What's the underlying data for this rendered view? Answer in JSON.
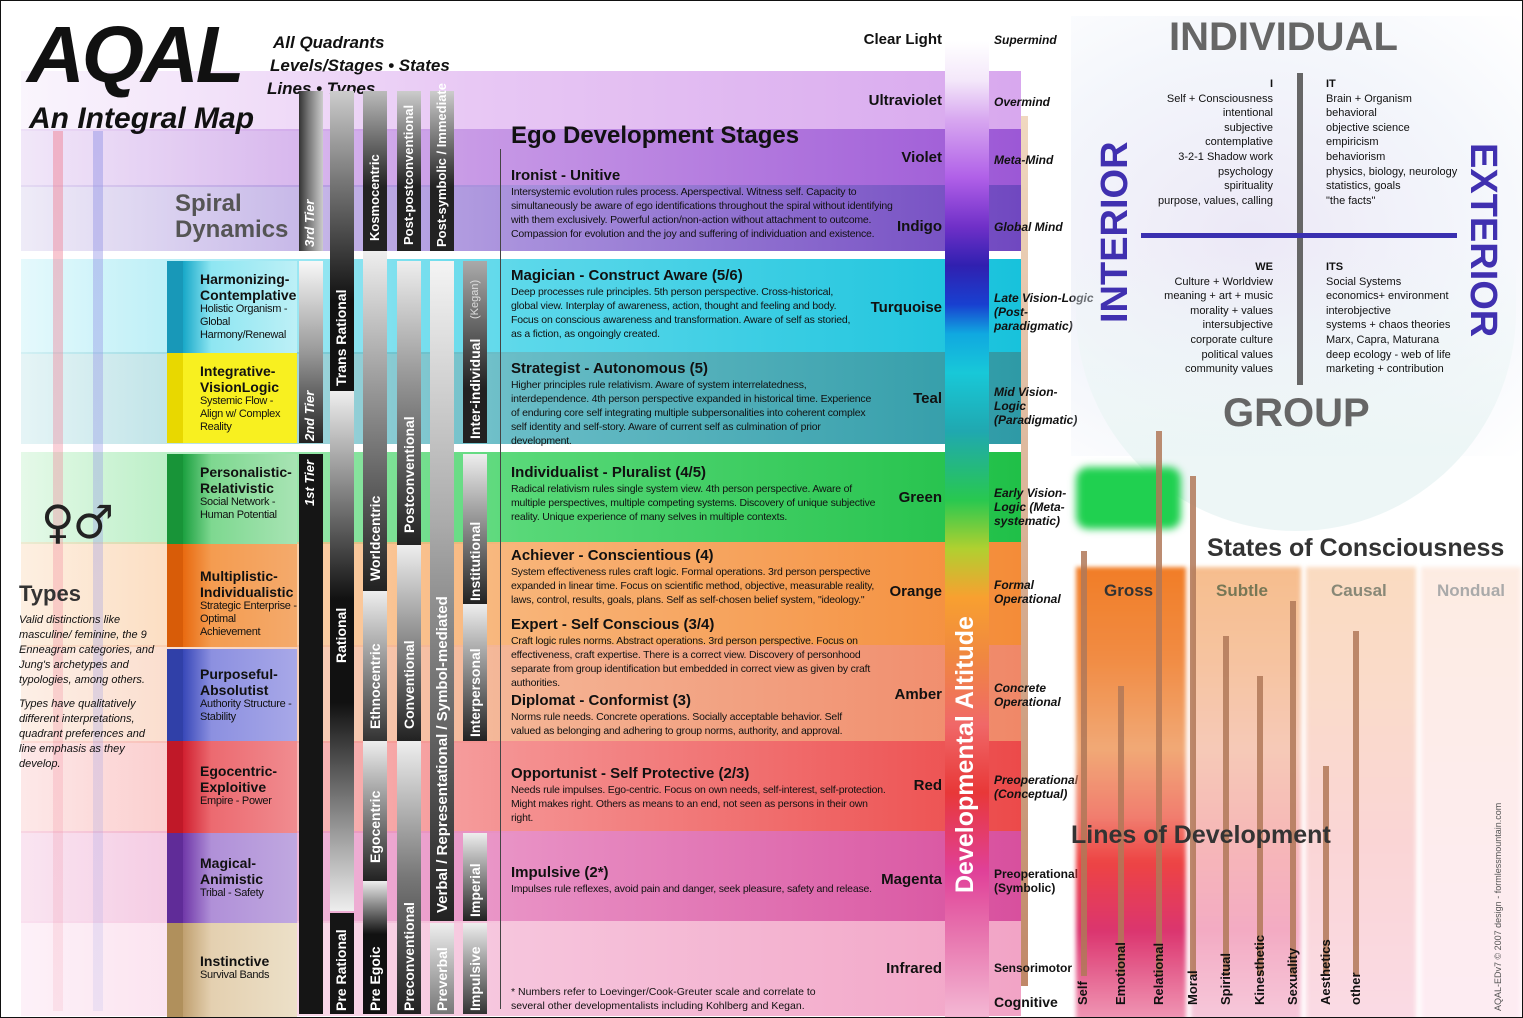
{
  "header": {
    "title": "AQAL",
    "subtitle": "An Integral Map",
    "elements": [
      "All Quadrants",
      "Levels/Stages • States",
      "Lines • Types"
    ]
  },
  "spiral": {
    "title_1": "Spiral",
    "title_2": "Dynamics",
    "items": [
      {
        "name": "Harmonizing-Contemplative",
        "sub": "Holistic Organism - Global Harmony/Renewal"
      },
      {
        "name": "Integrative-VisionLogic",
        "sub": "Systemic Flow - Align w/ Complex Reality"
      },
      {
        "name": "Personalistic-Relativistic",
        "sub": "Social Network - Human Potential"
      },
      {
        "name": "Multiplistic-Individualistic",
        "sub": "Strategic Enterprise - Optimal Achievement"
      },
      {
        "name": "Purposeful-Absolutist",
        "sub": "Authority Structure - Stability"
      },
      {
        "name": "Egocentric-Exploitive",
        "sub": "Empire - Power"
      },
      {
        "name": "Magical-Animistic",
        "sub": "Tribal - Safety"
      },
      {
        "name": "Instinctive",
        "sub": "Survival Bands"
      }
    ]
  },
  "types": {
    "symbols": "♀♂",
    "title": "Types",
    "desc_1": "Valid distinctions like masculine/ feminine, the 9 Enneagram categories, and Jung's archetypes and typologies, among others.",
    "desc_2": "Types have qualitatively different interpretations, quadrant preferences and line emphasis as they develop."
  },
  "tiers": [
    "3rd Tier",
    "2nd Tier",
    "1st Tier"
  ],
  "columns": {
    "rational": [
      "Trans Rational",
      "Rational",
      "Pre Rational"
    ],
    "centric": [
      "Kosmocentric",
      "Worldcentric",
      "Ethnocentric",
      "Egocentric",
      "Pre Egoic"
    ],
    "conventional": [
      "Post-postconventional",
      "Postconventional",
      "Conventional",
      "Preconventional"
    ],
    "symbolic": [
      "Post-symbolic / Immediate",
      "Verbal / Representational / Symbol-mediated",
      "Preverbal"
    ],
    "kegan": [
      "(Kegan)",
      "Inter-individual",
      "Institutional",
      "Interpersonal",
      "Imperial",
      "Impulsive"
    ]
  },
  "ego": {
    "title": "Ego Development Stages",
    "stages": [
      {
        "title": "Ironist - Unitive",
        "desc": "Intersystemic evolution rules process. Aperspectival. Witness self. Capacity to simultaneously be aware of ego identifications throughout the spiral without identifying with them exclusively. Powerful action/non-action without attachment to outcome. Compassion for evolution and the joy and suffering of individuation and existence."
      },
      {
        "title": "Magician - Construct Aware (5/6)",
        "desc": "Deep processes rule principles. 5th person perspective. Cross-historical, global view. Interplay of awareness, action, thought and feeling and body. Focus on conscious awareness and transformation. Aware of self as storied, as a fiction, as ongoingly created."
      },
      {
        "title": "Strategist - Autonomous (5)",
        "desc": "Higher principles rule relativism. Aware of system interrelatedness, interdependence. 4th person perspective expanded in historical time. Experience of enduring core self integrating multiple subpersonalities into coherent complex self identity and self-story. Aware of current self as culmination of prior development."
      },
      {
        "title": "Individualist - Pluralist (4/5)",
        "desc": "Radical relativism rules single system view. 4th person perspective. Aware of multiple perspectives, multiple competing systems. Discovery of unique subjective reality. Unique experience of many selves in multiple contexts."
      },
      {
        "title": "Achiever - Conscientious (4)",
        "desc": "System effectiveness rules craft logic. Formal operations. 3rd person perspective expanded in linear time. Focus on scientific method, objective, measurable reality, laws, control, results, goals, plans. Self as self-chosen belief system, \"ideology.\""
      },
      {
        "title": "Expert - Self Conscious (3/4)",
        "desc": "Craft logic rules norms. Abstract operations. 3rd person perspective. Focus on effectiveness, craft expertise. There is a correct view. Discovery of personhood separate from group identification but embedded in correct view as given by craft authorities."
      },
      {
        "title": "Diplomat - Conformist (3)",
        "desc": "Norms rule needs. Concrete operations. Socially acceptable behavior. Self valued as belonging and adhering to group norms, authority, and approval."
      },
      {
        "title": "Opportunist - Self Protective (2/3)",
        "desc": "Needs rule impulses. Ego-centric. Focus on own needs, self-interest, self-protection. Might makes right. Others as means to an end, not seen as persons in their own right."
      },
      {
        "title": "Impulsive (2*)",
        "desc": "Impulses rule reflexes, avoid pain and danger, seek pleasure, safety and release."
      }
    ],
    "footnote": "* Numbers refer to Loevinger/Cook-Greuter scale and correlate to several other developmentalists including Kohlberg and Kegan."
  },
  "altitude": [
    "Clear Light",
    "Ultraviolet",
    "Violet",
    "Indigo",
    "Turquoise",
    "Teal",
    "Green",
    "Orange",
    "Amber",
    "Red",
    "Magenta",
    "Infrared"
  ],
  "altitude_bar_label": "Developmental Altitude",
  "cognitive": [
    "Supermind",
    "Overmind",
    "Meta-Mind",
    "Global Mind",
    "Late Vision-Logic (Post-paradigmatic)",
    "Mid Vision-Logic (Paradigmatic)",
    "Early Vision-Logic (Meta-systematic)",
    "Formal Operational",
    "Concrete Operational",
    "Preoperational (Conceptual)",
    "Preoperational (Symbolic)",
    "Sensorimotor",
    "Cognitive"
  ],
  "quadrants": {
    "individual": "INDIVIDUAL",
    "group": "GROUP",
    "interior": "INTERIOR",
    "exterior": "EXTERIOR",
    "i": {
      "head": "I",
      "body": "Self + Consciousness\nintentional\nsubjective\ncontemplative\n3-2-1 Shadow work\npsychology\nspirituality\npurpose, values, calling"
    },
    "it": {
      "head": "IT",
      "body": "Brain + Organism\nbehavioral\nobjective science\nempiricism\nbehaviorism\nphysics, biology, neurology\nstatistics, goals\n\"the facts\""
    },
    "we": {
      "head": "WE",
      "body": "Culture + Worldview\nmeaning + art + music\nmorality + values\nintersubjective\ncorporate culture\npolitical values\ncommunity values"
    },
    "its": {
      "head": "ITS",
      "body": "Social Systems\neconomics+ environment\ninterobjective\nsystems + chaos theories\nMarx, Capra, Maturana\ndeep ecology - web of life\nmarketing + contribution"
    }
  },
  "states": {
    "title": "States of Consciousness",
    "items": [
      "Gross",
      "Subtle",
      "Causal",
      "Nondual"
    ]
  },
  "lines_dev": {
    "title": "Lines of Development",
    "items": [
      "Self",
      "Emotional",
      "Relational",
      "Moral",
      "Spiritual",
      "Kinesthetic",
      "Sexuality",
      "Aesthetics",
      "other"
    ]
  },
  "credit": "AQAL-EDv7 © 2007 design - formlessmountain.com"
}
